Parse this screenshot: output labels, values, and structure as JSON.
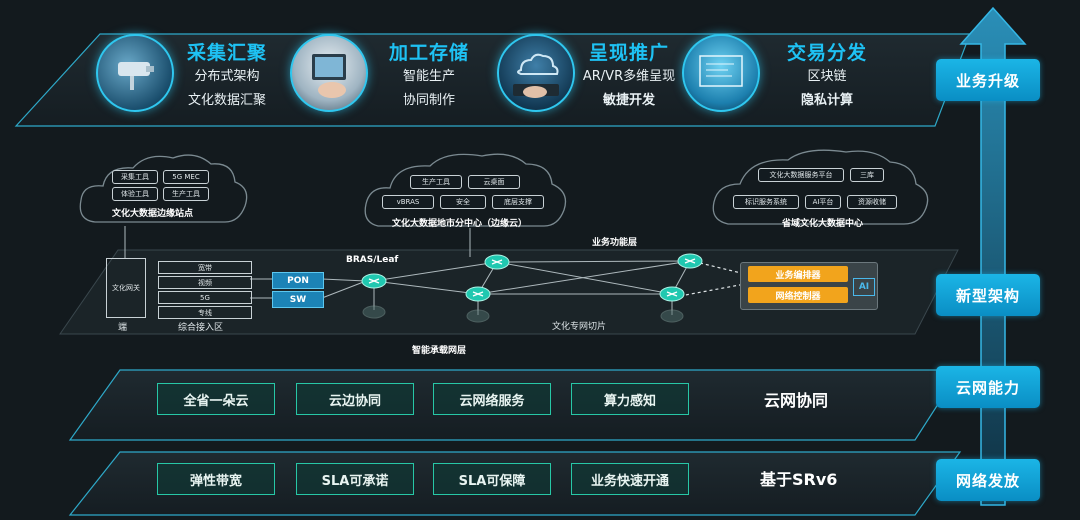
{
  "top": {
    "features": [
      {
        "title": "采集汇聚",
        "lines": [
          "分布式架构",
          "文化数据汇聚"
        ],
        "bold": [
          false,
          false
        ],
        "icon": "camera-icon"
      },
      {
        "title": "加工存储",
        "lines": [
          "智能生产",
          "协同制作"
        ],
        "bold": [
          false,
          false
        ],
        "icon": "tablet-icon"
      },
      {
        "title": "呈现推广",
        "lines": [
          "AR/VR多维呈现",
          "敏捷开发"
        ],
        "bold": [
          false,
          true
        ],
        "icon": "cloud-keyboard-icon"
      },
      {
        "title": "交易分发",
        "lines": [
          "区块链",
          "隐私计算"
        ],
        "bold": [
          false,
          true
        ],
        "icon": "data-screen-icon"
      }
    ]
  },
  "right": {
    "buttons": [
      "业务升级",
      "新型架构",
      "云网能力",
      "网络发放"
    ]
  },
  "clouds": {
    "edge": {
      "title": "文化大数据边缘站点",
      "chips": [
        "采集工具",
        "5G MEC",
        "体验工具",
        "生产工具"
      ]
    },
    "city": {
      "title": "文化大数据地市分中心（边缘云）",
      "chips": [
        "生产工具",
        "云桌面",
        "vBRAS",
        "安全",
        "底层支撑"
      ]
    },
    "province": {
      "title": "省域文化大数据中心",
      "chips": [
        "文化大数据服务平台",
        "三库",
        "标识服务系统",
        "AI平台",
        "资源收储"
      ]
    }
  },
  "network": {
    "gateway": "文化网关",
    "endpoint": "端",
    "access_items": [
      "宽带",
      "视频",
      "5G",
      "专线"
    ],
    "access_label": "综合接入区",
    "pon": "PON",
    "sw": "SW",
    "bras": "BRAS/Leaf",
    "business_layer": "业务功能层",
    "slice": "文化专网切片",
    "bearer_layer": "智能承载网层",
    "orchestrator": "业务编排器",
    "controller": "网络控制器",
    "ai": "AI"
  },
  "layer3": {
    "items": [
      "全省一朵云",
      "云边协同",
      "云网络服务",
      "算力感知"
    ],
    "label": "云网协同"
  },
  "layer4": {
    "items": [
      "弹性带宽",
      "SLA可承诺",
      "SLA可保障",
      "业务快速开通"
    ],
    "label": "基于SRv6"
  },
  "colors": {
    "accent": "#1ec2f4",
    "green": "#27c7a6",
    "orange": "#f2a41c"
  }
}
